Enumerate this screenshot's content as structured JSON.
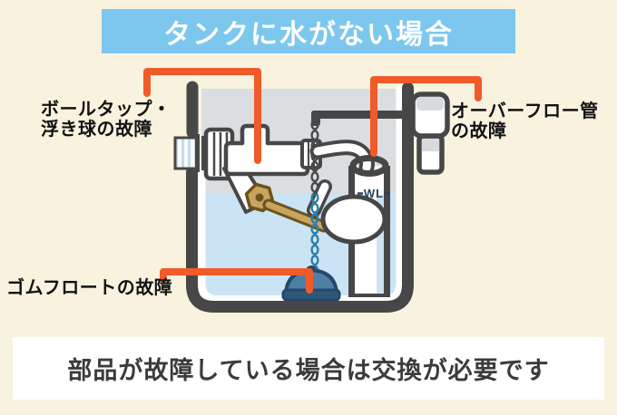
{
  "title_banner": {
    "text": "タンクに水がない場合",
    "bg_color": "#7CC7EE",
    "text_color": "#FFFFFF"
  },
  "callout_labels": {
    "ball_tap": {
      "line1": "ボールタップ・",
      "line2": "浮き球の故障"
    },
    "overflow_pipe": {
      "line1": "オーバーフロー管",
      "line2": "の故障"
    },
    "rubber_float": {
      "text": "ゴムフロートの故障"
    }
  },
  "diagram": {
    "water_level_label": "WL",
    "colors": {
      "background": "#F8F2DF",
      "banner_blue": "#7CC7EE",
      "callout_line_orange": "#F15A29",
      "tank_outline": "#474747",
      "air_space_gray": "#DBDEE0",
      "water_blue": "#CBE4F5",
      "rubber_float_blue": "#4E80A5",
      "rubber_float_outline": "#25486B",
      "brass": "#C9A45F",
      "brass_outline": "#6B541D",
      "chain_underwater": "#2F7FA8"
    }
  },
  "footer": {
    "text": "部品が故障している場合は交換が必要です"
  }
}
